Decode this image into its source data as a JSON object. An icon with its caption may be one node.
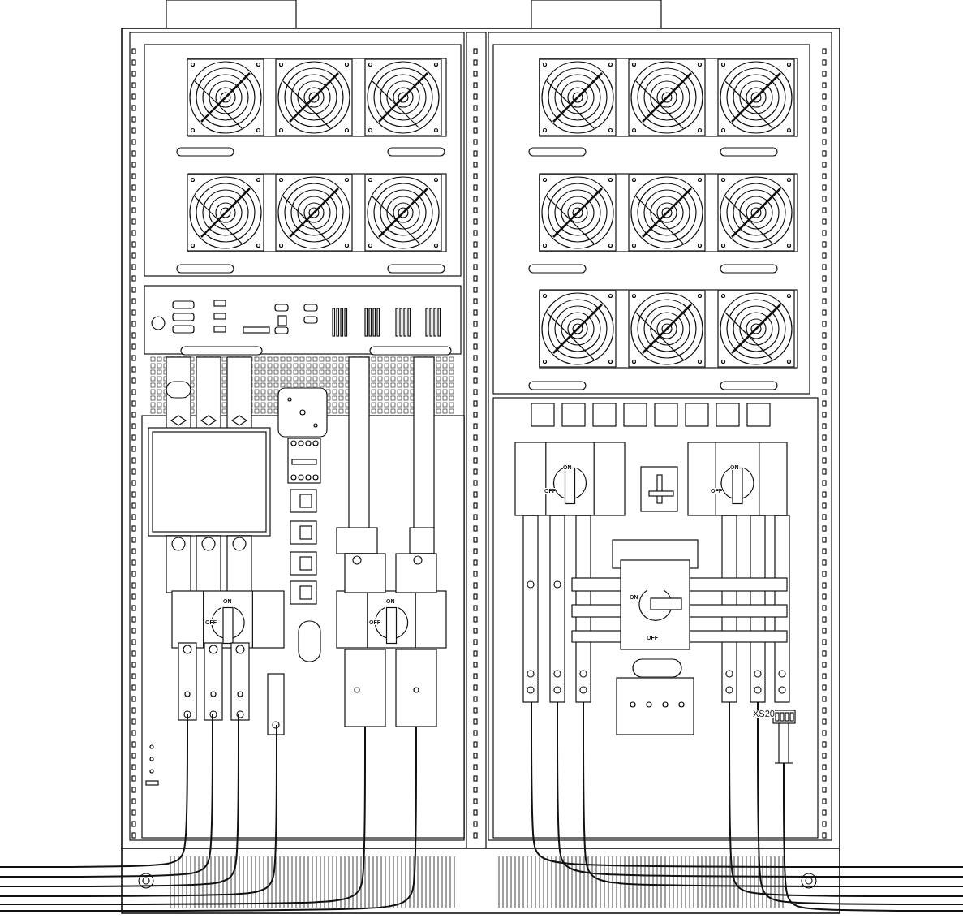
{
  "diagram": {
    "labels": [
      "ON",
      "OFF",
      "ON",
      "OFF",
      "ON",
      "OFF",
      "ON",
      "OFF",
      "ON",
      "OFF",
      "XS20"
    ]
  }
}
